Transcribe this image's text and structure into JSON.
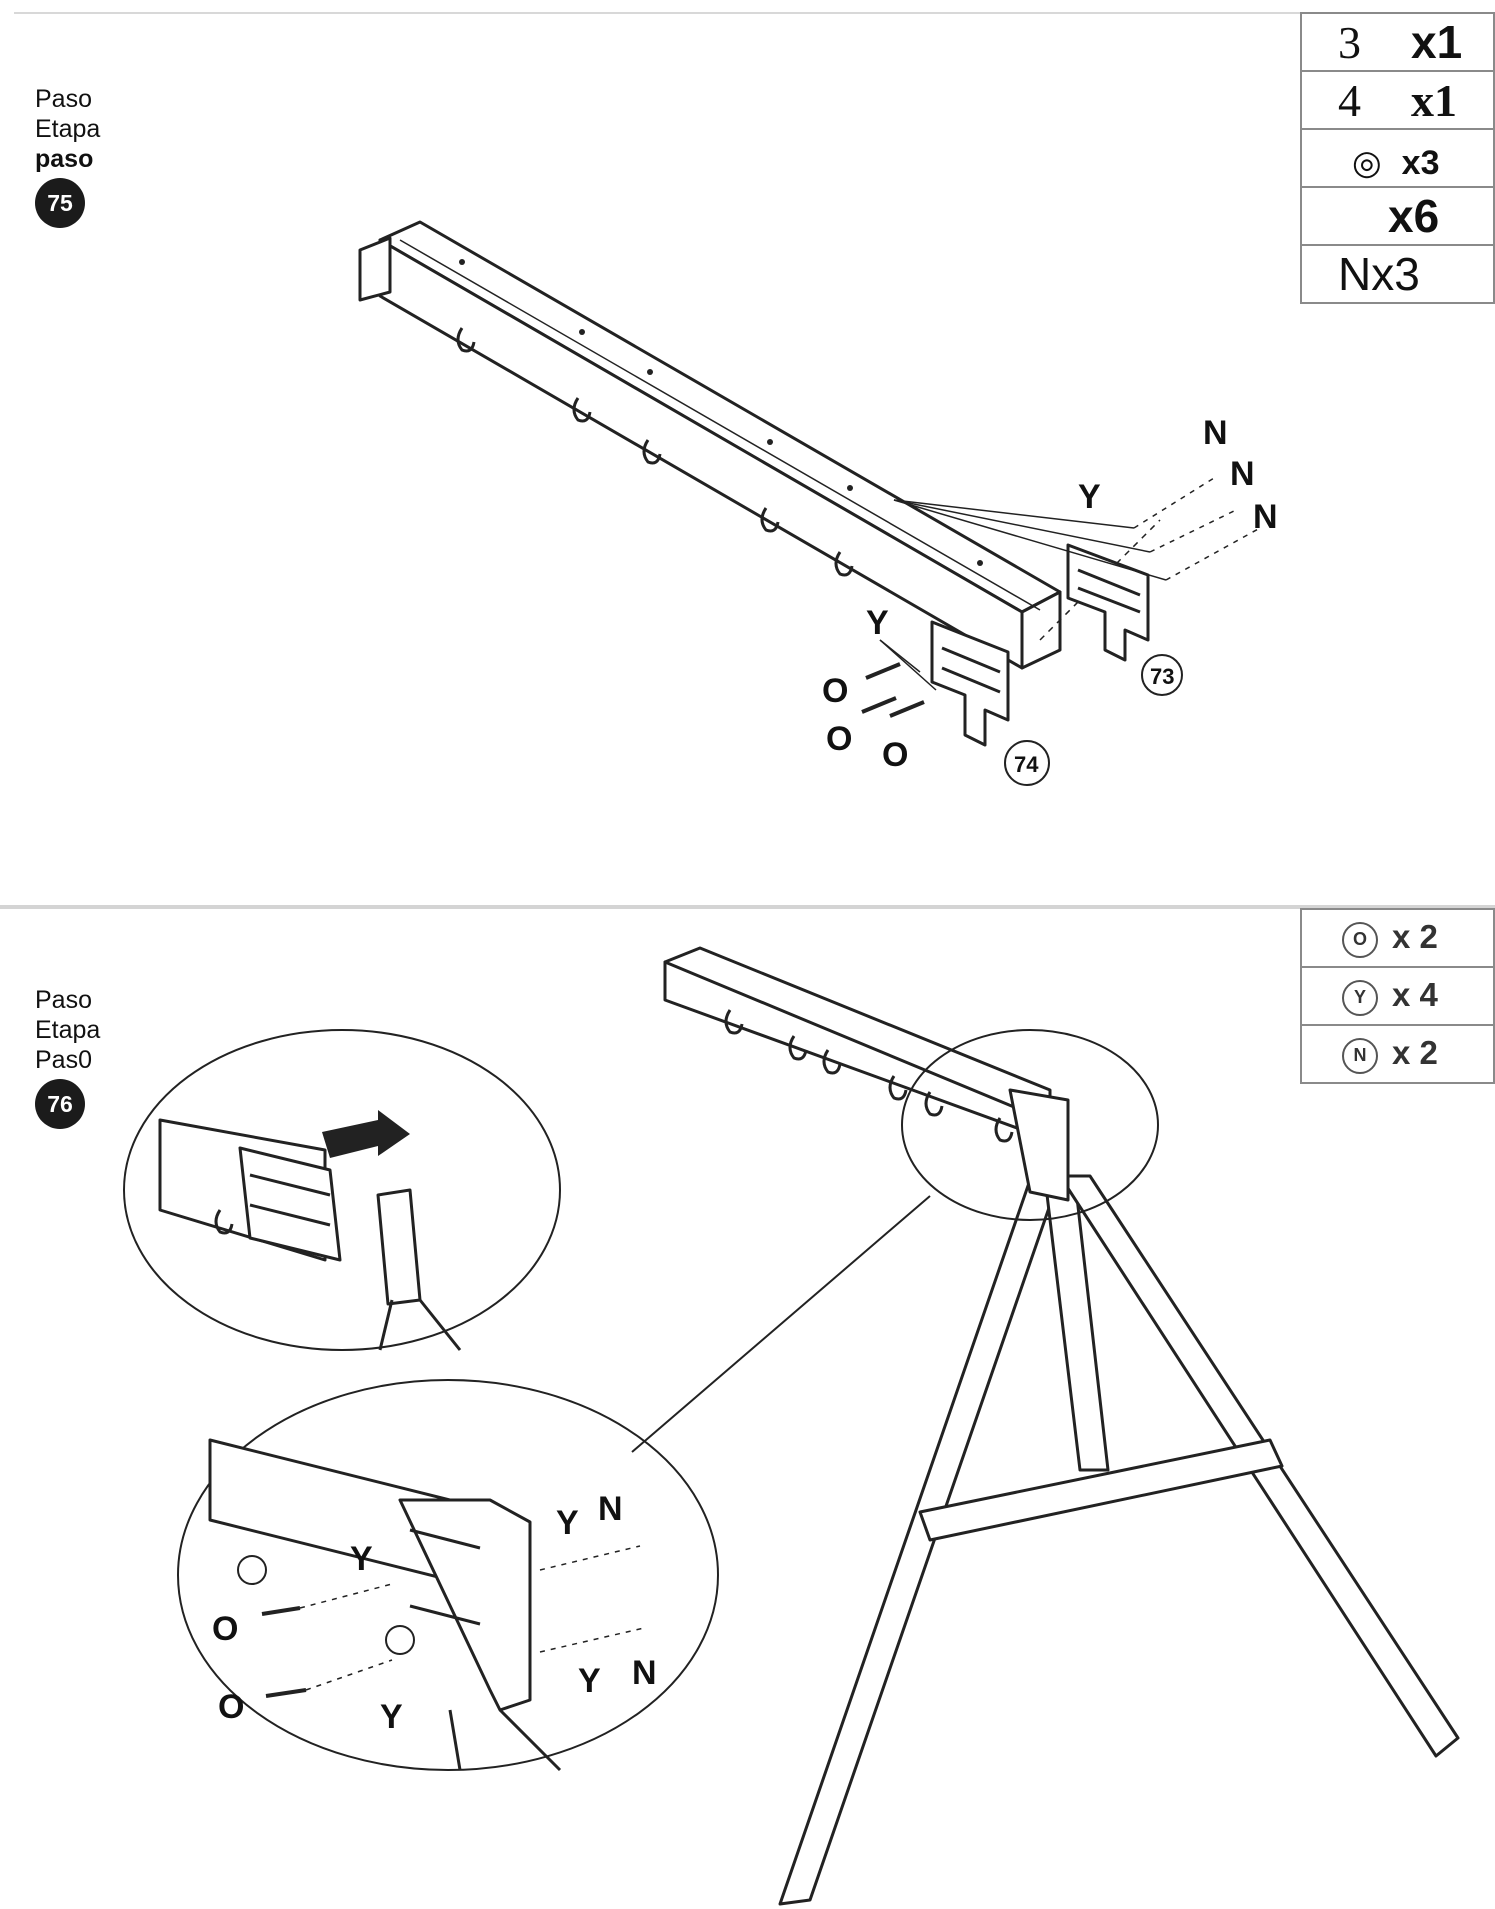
{
  "step75": {
    "labels": [
      "Paso",
      "Etapa",
      "paso"
    ],
    "number": "75",
    "parts": [
      {
        "part": "3",
        "qty": "x1"
      },
      {
        "part": "4",
        "qty": "x1"
      },
      {
        "part": "◎",
        "qty": "x3"
      },
      {
        "part": "",
        "qty": "x6"
      },
      {
        "part": "Nx3",
        "qty": ""
      }
    ],
    "callouts": {
      "n": "N",
      "y": "Y",
      "o": "O",
      "part73": "73",
      "part74": "74"
    }
  },
  "step76": {
    "labels": [
      "Paso",
      "Etapa",
      "Pas0"
    ],
    "number": "76",
    "parts": [
      {
        "symbol": "O",
        "qty": "x 2"
      },
      {
        "symbol": "Y",
        "qty": "x 4"
      },
      {
        "symbol": "N",
        "qty": "x 2"
      }
    ],
    "callouts": {
      "y": "Y",
      "n": "N",
      "o": "O"
    }
  }
}
